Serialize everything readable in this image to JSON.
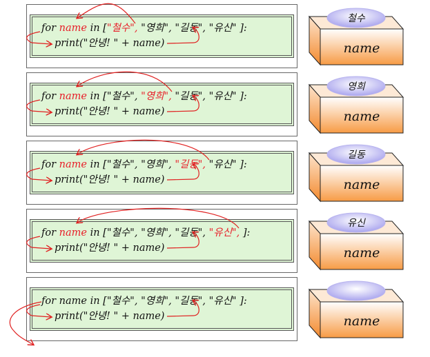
{
  "code_tokens": {
    "kw_for": "for",
    "var_name": "name",
    "kw_in": "in",
    "open_bracket": "[",
    "item_1": "\"철수\"",
    "item_2": "\"영희\"",
    "item_3": "\"길동\"",
    "item_4": "\"유신\"",
    "sep": ",",
    "close_colon": "]:",
    "line2": "print(\"안녕! \" + name)"
  },
  "steps": [
    {
      "highlight_var": true,
      "highlight_item": 1,
      "box_value": "철수",
      "box_label": "name"
    },
    {
      "highlight_var": true,
      "highlight_item": 2,
      "box_value": "영희",
      "box_label": "name"
    },
    {
      "highlight_var": true,
      "highlight_item": 3,
      "box_value": "길동",
      "box_label": "name"
    },
    {
      "highlight_var": true,
      "highlight_item": 4,
      "box_value": "유신",
      "box_label": "name"
    },
    {
      "highlight_var": false,
      "highlight_item": 0,
      "box_value": "",
      "box_label": "name"
    }
  ],
  "colors": {
    "panel_fill": "#dff5d6",
    "panel_border": "#666666",
    "highlight": "#e8202a",
    "text": "#111111",
    "arrow": "#e02020",
    "box_stroke": "#222222",
    "box_gradient_top": "#ffffff",
    "box_gradient_bottom": "#f79b45",
    "ellipse_fill": "#c9c6f3"
  }
}
